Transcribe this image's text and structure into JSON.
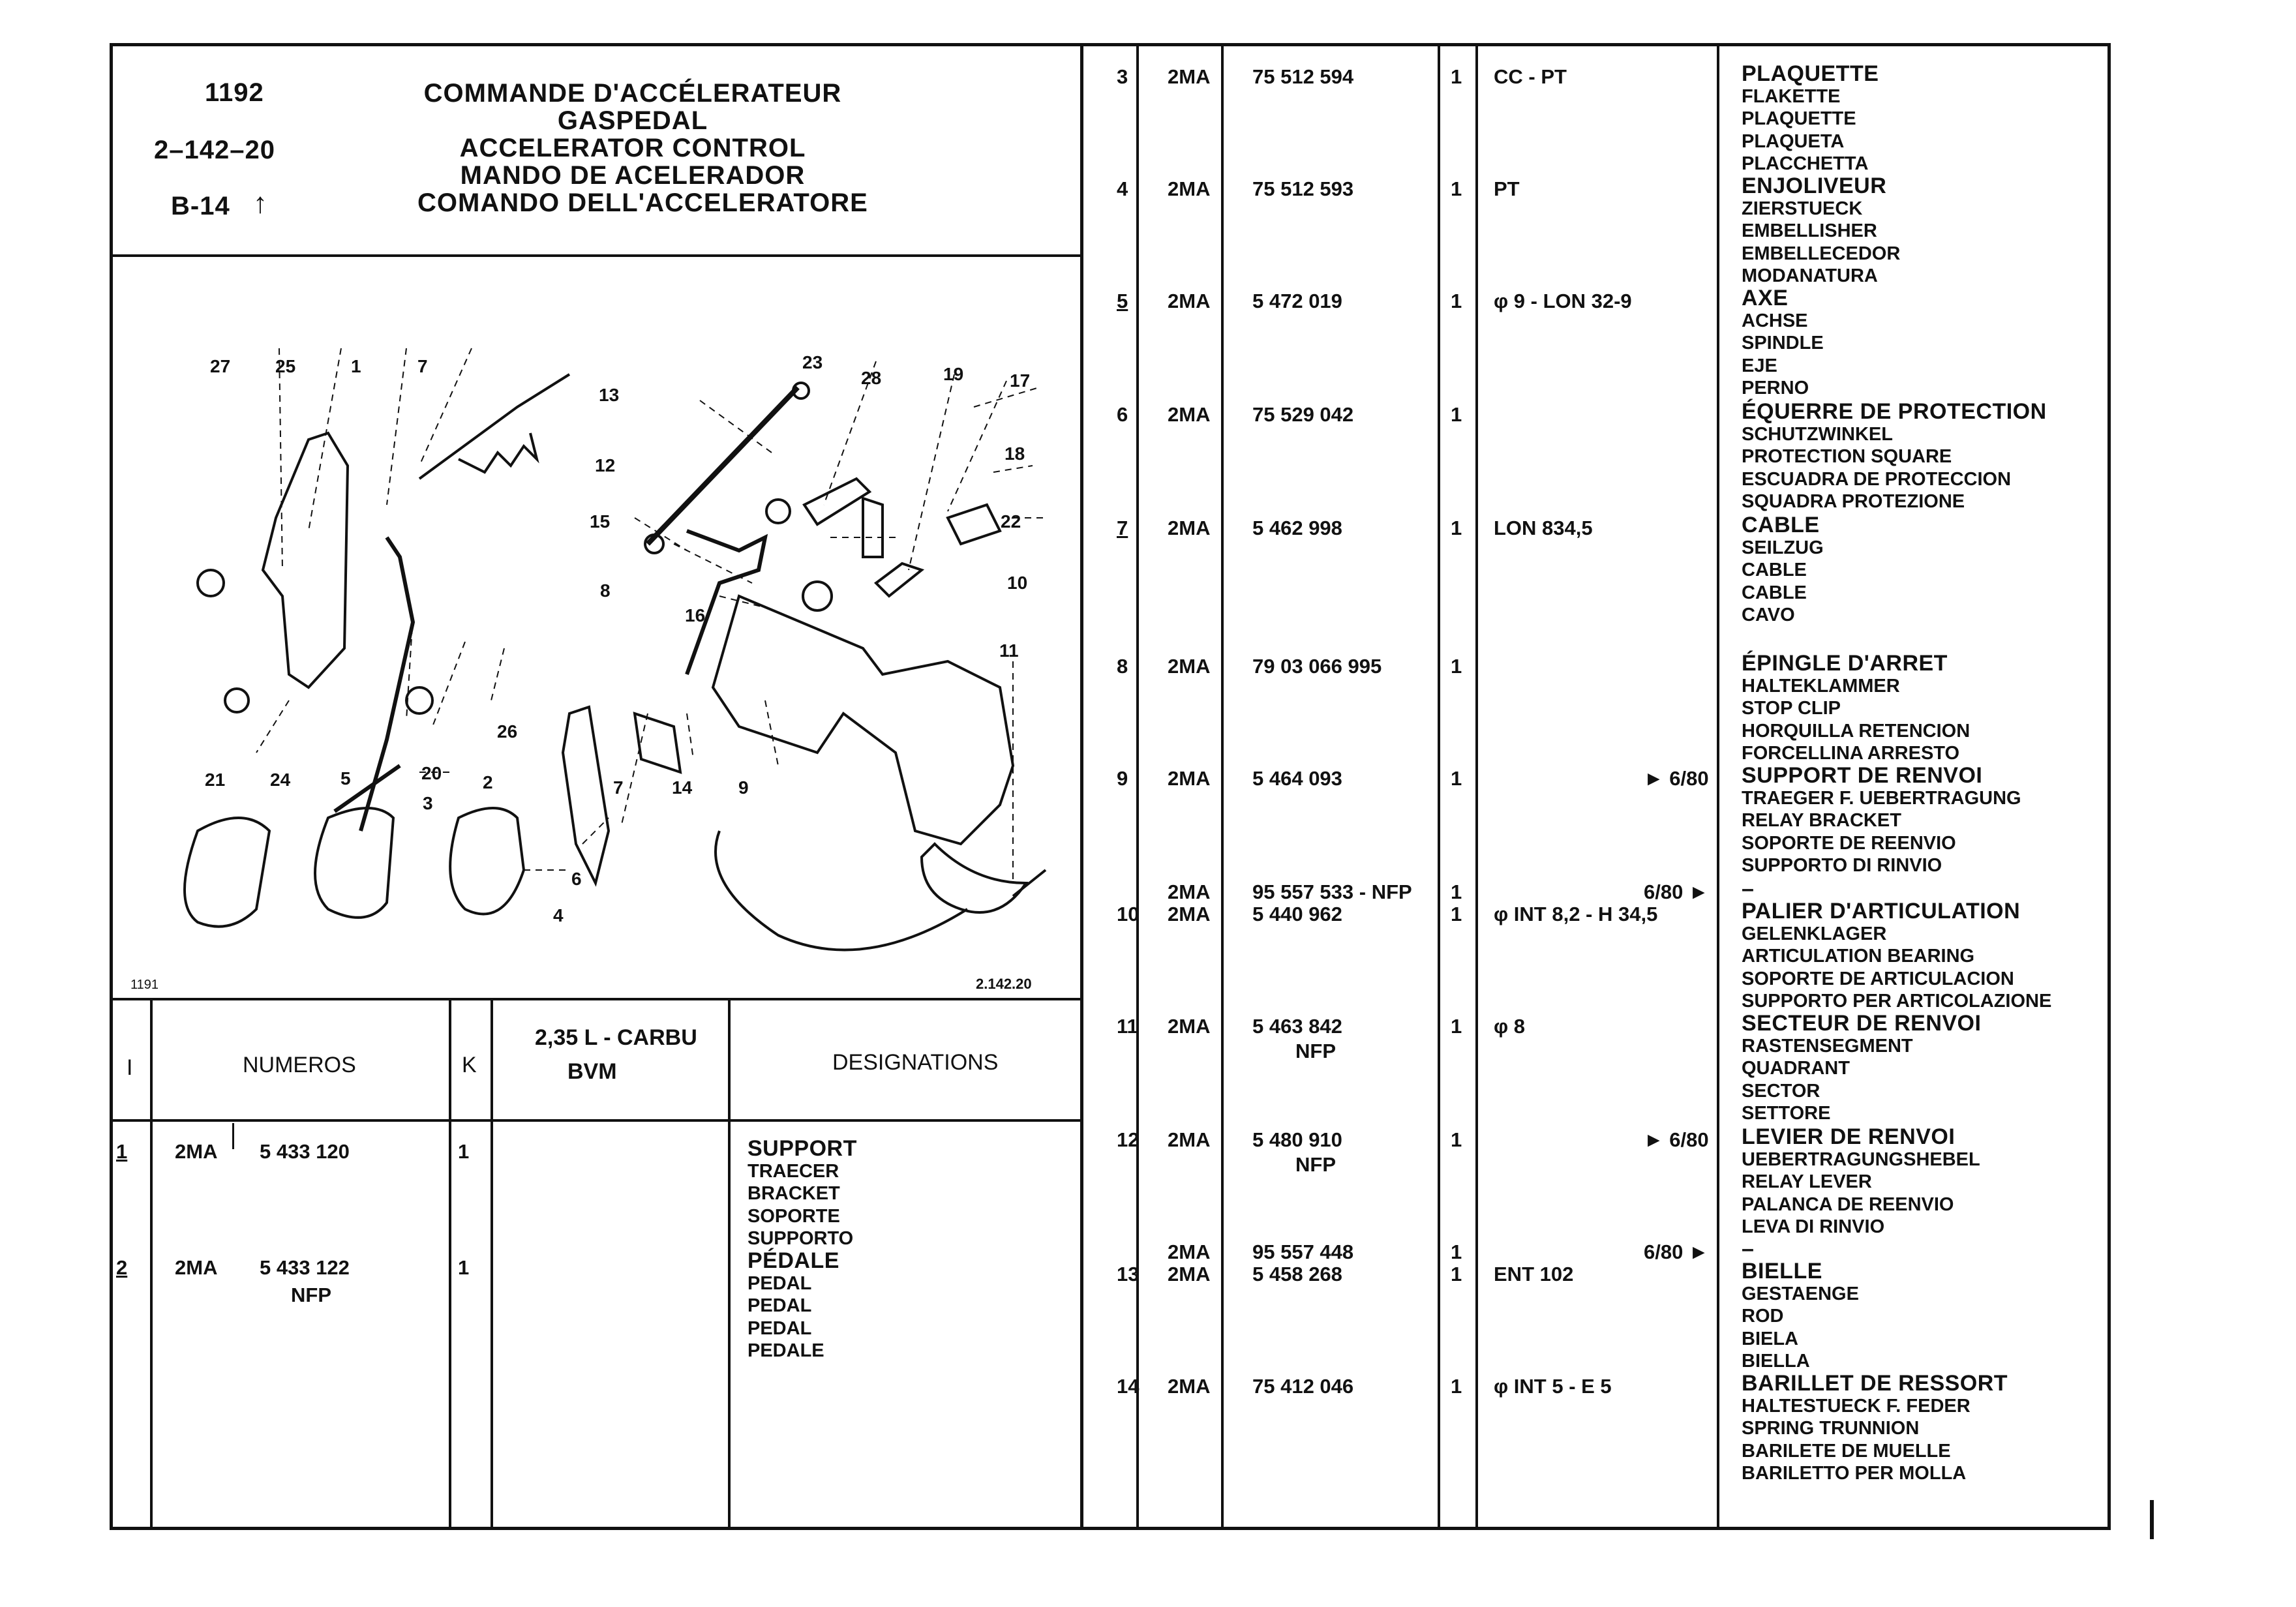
{
  "header": {
    "code": "1192",
    "ref": "2–142–20",
    "date": "B-14",
    "titles": [
      "COMMANDE D'ACCÉLERATEUR",
      "GASPEDAL",
      "ACCELERATOR CONTROL",
      "MANDO DE ACELERADOR",
      "COMANDO DELL'ACCELERATORE"
    ]
  },
  "diagram": {
    "corner_left": "1191",
    "corner_right": "2.142.20",
    "callouts": [
      "27",
      "25",
      "1",
      "7",
      "13",
      "23",
      "28",
      "19",
      "17",
      "12",
      "18",
      "15",
      "22",
      "10",
      "8",
      "16",
      "11",
      "26",
      "21",
      "24",
      "5",
      "20",
      "2",
      "7",
      "14",
      "9",
      "3",
      "6",
      "4"
    ]
  },
  "table_header": {
    "index_col": "I",
    "numeros": "NUMEROS",
    "k": "K",
    "variant_line1": "2,35 L - CARBU",
    "variant_line2": "BVM",
    "designations": "DESIGNATIONS"
  },
  "left_rows": [
    {
      "idx": "1",
      "prefix": "2MA",
      "number": "5 433 120",
      "number2": "",
      "k": "1",
      "designation": [
        "SUPPORT",
        "TRAECER",
        "BRACKET",
        "SOPORTE",
        "SUPPORTO"
      ]
    },
    {
      "idx": "2",
      "prefix": "2MA",
      "number": "5 433 122",
      "number2": "NFP",
      "k": "1",
      "designation": [
        "PÉDALE",
        "PEDAL",
        "PEDAL",
        "PEDAL",
        "PEDALE"
      ]
    }
  ],
  "right_rows": [
    {
      "idx": "3",
      "prefix": "2MA",
      "number": "75 512 594",
      "number2": "",
      "k": "1",
      "spec": "CC - PT",
      "mod": "",
      "designation": [
        "PLAQUETTE",
        "FLAKETTE",
        "PLAQUETTE",
        "PLAQUETA",
        "PLACCHETTA"
      ]
    },
    {
      "idx": "4",
      "prefix": "2MA",
      "number": "75 512 593",
      "number2": "",
      "k": "1",
      "spec": "PT",
      "mod": "",
      "designation": [
        "ENJOLIVEUR",
        "ZIERSTUECK",
        "EMBELLISHER",
        "EMBELLECEDOR",
        "MODANATURA"
      ]
    },
    {
      "idx": "5",
      "prefix": "2MA",
      "number": "5 472 019",
      "number2": "",
      "k": "1",
      "spec": "φ 9 - LON 32-9",
      "mod": "",
      "designation": [
        "AXE",
        "ACHSE",
        "SPINDLE",
        "EJE",
        "PERNO"
      ]
    },
    {
      "idx": "6",
      "prefix": "2MA",
      "number": "75 529 042",
      "number2": "",
      "k": "1",
      "spec": "",
      "mod": "",
      "designation": [
        "ÉQUERRE DE PROTECTION",
        "SCHUTZWINKEL",
        "PROTECTION SQUARE",
        "ESCUADRA DE PROTECCION",
        "SQUADRA PROTEZIONE"
      ]
    },
    {
      "idx": "7",
      "prefix": "2MA",
      "number": "5 462 998",
      "number2": "",
      "k": "1",
      "spec": "LON 834,5",
      "mod": "",
      "designation": [
        "CABLE",
        "SEILZUG",
        "CABLE",
        "CABLE",
        "CAVO"
      ]
    },
    {
      "idx": "8",
      "prefix": "2MA",
      "number": "79 03 066 995",
      "number2": "",
      "k": "1",
      "spec": "",
      "mod": "",
      "designation": [
        "ÉPINGLE D'ARRET",
        "HALTEKLAMMER",
        "STOP CLIP",
        "HORQUILLA RETENCION",
        "FORCELLINA ARRESTO"
      ]
    },
    {
      "idx": "9",
      "prefix": "2MA",
      "number": "5 464 093",
      "number2": "",
      "k": "1",
      "spec": "",
      "mod": "► 6/80",
      "designation": [
        "SUPPORT DE RENVOI",
        "TRAEGER F. UEBERTRAGUNG",
        "RELAY BRACKET",
        "SOPORTE DE REENVIO",
        "SUPPORTO DI RINVIO"
      ]
    },
    {
      "idx": "",
      "prefix": "2MA",
      "number": "95 557 533 - NFP",
      "number2": "",
      "k": "1",
      "spec": "",
      "mod": "6/80 ►",
      "designation": [
        "–"
      ]
    },
    {
      "idx": "10",
      "prefix": "2MA",
      "number": "5 440 962",
      "number2": "",
      "k": "1",
      "spec": "φ INT 8,2 - H 34,5",
      "mod": "",
      "designation": [
        "PALIER D'ARTICULATION",
        "GELENKLAGER",
        "ARTICULATION BEARING",
        "SOPORTE DE ARTICULACION",
        "SUPPORTO PER ARTICOLAZIONE"
      ]
    },
    {
      "idx": "11",
      "prefix": "2MA",
      "number": "5 463 842",
      "number2": "NFP",
      "k": "1",
      "spec": "φ 8",
      "mod": "",
      "designation": [
        "SECTEUR DE RENVOI",
        "RASTENSEGMENT",
        "QUADRANT",
        "SECTOR",
        "SETTORE"
      ]
    },
    {
      "idx": "12",
      "prefix": "2MA",
      "number": "5 480 910",
      "number2": "NFP",
      "k": "1",
      "spec": "",
      "mod": "► 6/80",
      "designation": [
        "LEVIER DE RENVOI",
        "UEBERTRAGUNGSHEBEL",
        "RELAY LEVER",
        "PALANCA DE REENVIO",
        "LEVA DI RINVIO"
      ]
    },
    {
      "idx": "",
      "prefix": "2MA",
      "number": "95 557 448",
      "number2": "",
      "k": "1",
      "spec": "",
      "mod": "6/80 ►",
      "designation": [
        "–"
      ]
    },
    {
      "idx": "13",
      "prefix": "2MA",
      "number": "5 458 268",
      "number2": "",
      "k": "1",
      "spec": "ENT 102",
      "mod": "",
      "designation": [
        "BIELLE",
        "GESTAENGE",
        "ROD",
        "BIELA",
        "BIELLA"
      ]
    },
    {
      "idx": "14",
      "prefix": "2MA",
      "number": "75 412 046",
      "number2": "",
      "k": "1",
      "spec": "φ INT 5 - E 5",
      "mod": "",
      "designation": [
        "BARILLET DE RESSORT",
        "HALTESTUECK F. FEDER",
        "SPRING TRUNNION",
        "BARILETE DE MUELLE",
        "BARILETTO PER MOLLA"
      ]
    }
  ]
}
